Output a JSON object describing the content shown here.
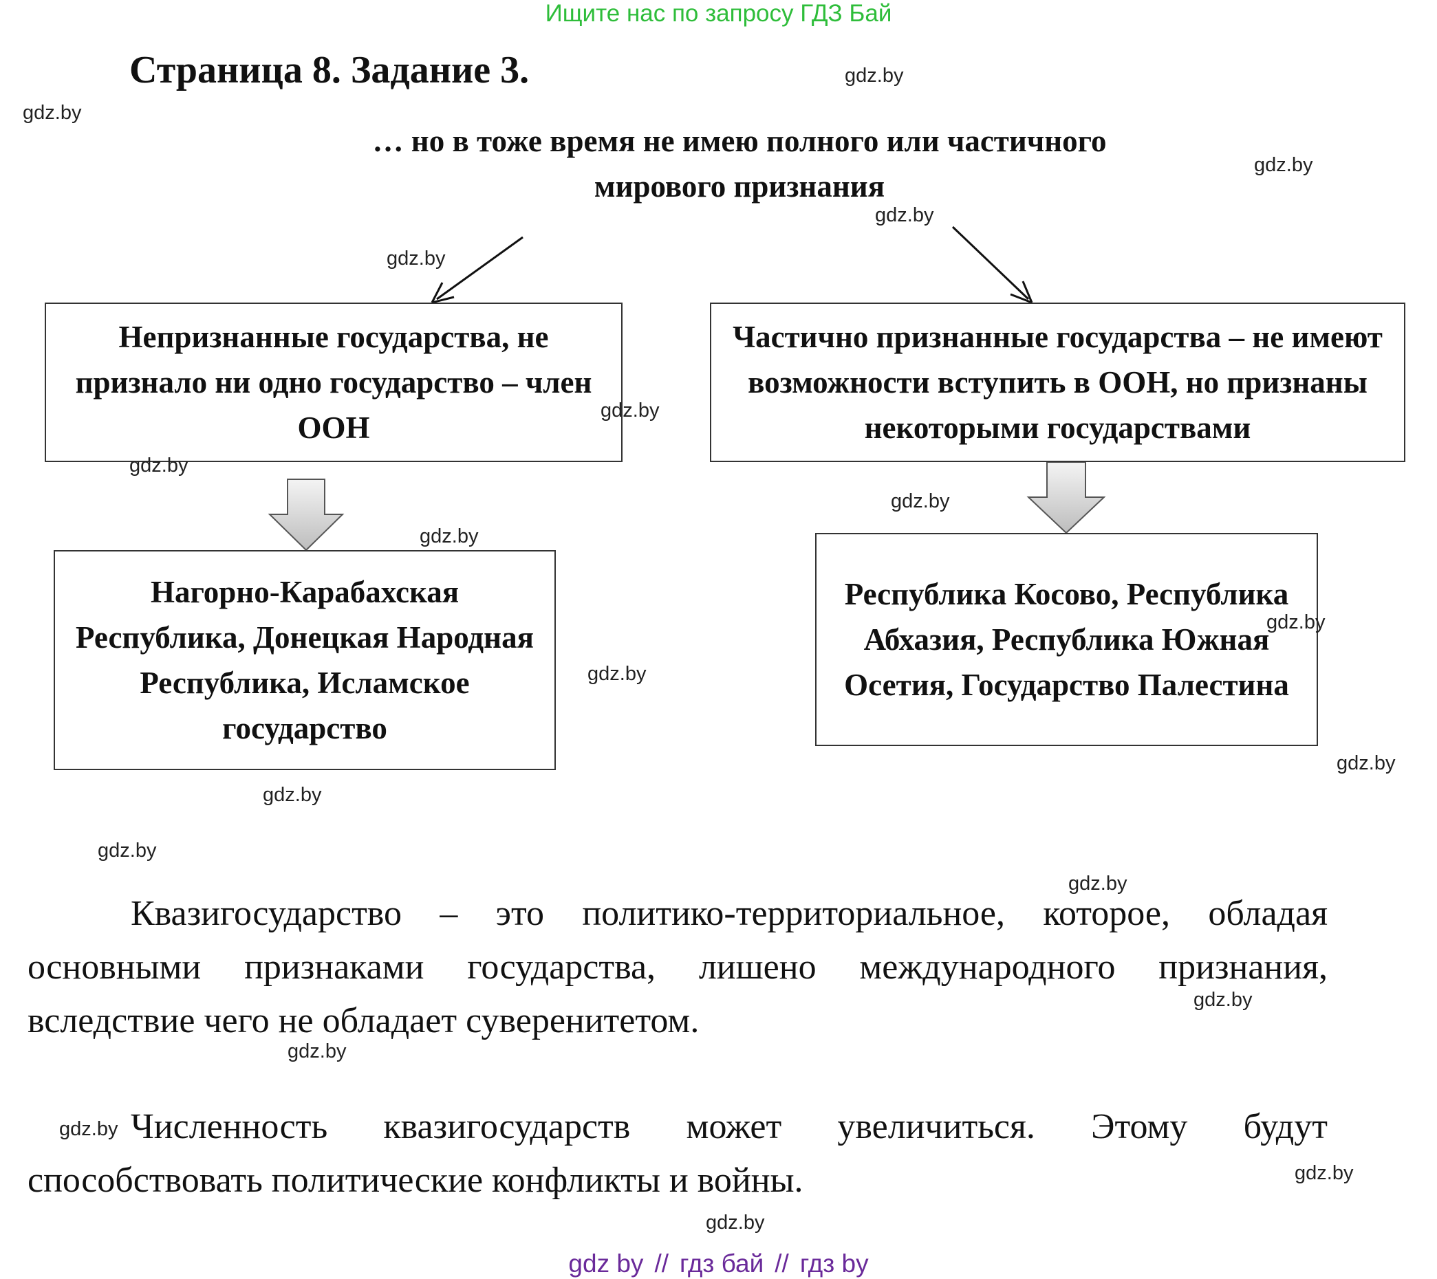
{
  "banner": "Ищите нас по запросу ГДЗ Бай",
  "title": "Страница 8. Задание 3.",
  "diagram": {
    "root": "… но в тоже время не имею полного или частичного мирового признания",
    "left_box": "Непризнанные государства, не признало ни одно государство – член ООН",
    "right_box": "Частично признанные  государства – не имеют возможности вступить в ООН, но признаны некоторыми государствами",
    "left_list": "Нагорно-Карабахская Республика, Донецкая Народная Республика, Исламское государство",
    "right_list": "Республика Косово, Республика Абхазия, Республика Южная Осетия, Государство Палестина"
  },
  "paragraph_1": "Квазигосударство – это политико-территориальное, которое, обладая основными признаками государства, лишено международного признания, вследствие чего не обладает суверенитетом.",
  "paragraph_2": "Численность квазигосударств может увеличиться. Этому будут способствовать политические конфликты и войны.",
  "watermark": "gdz.by",
  "footer": {
    "part1": "gdz by",
    "sep": "//",
    "part2": "гдз бай",
    "part3": "гдз by"
  },
  "colors": {
    "banner": "#2ebd3a",
    "footer": "#6a2a9a",
    "arrow_fill": "#d8d8d8"
  }
}
